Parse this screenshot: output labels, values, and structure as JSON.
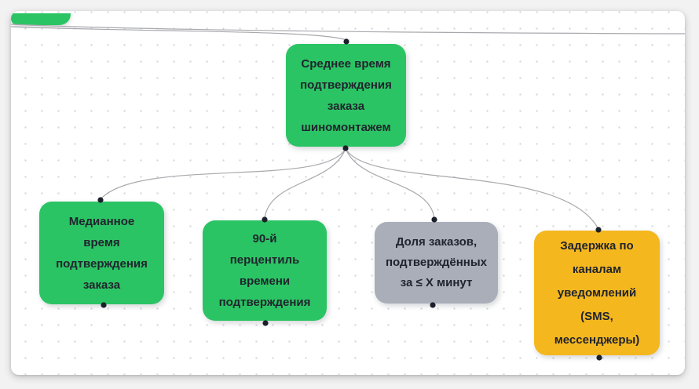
{
  "app": {
    "description": "mind-map whiteboard canvas",
    "page_bg": "#f2f2f3",
    "card_bg": "#ffffff",
    "grid_dot_color": "#d4d5d9"
  },
  "colors": {
    "green": "#2bc464",
    "gray": "#a9aeb9",
    "yellow": "#f4b71e",
    "connector_line": "#a8a9ad",
    "connection_dot": "#1b202b",
    "node_text": "#20242e"
  },
  "mindmap": {
    "root": {
      "label": "Среднее время\nподтверждения\nзаказа\nшиномонтажем",
      "color": "#2bc464"
    },
    "children": [
      {
        "label": "Медианное\nвремя\nподтверждения\nзаказа",
        "color": "#2bc464"
      },
      {
        "label": "90-й\nперцентиль\nвремени\nподтверждения",
        "color": "#2bc464"
      },
      {
        "label": "Доля заказов,\nподтверждённых\nза ≤ X минут",
        "color": "#a9aeb9"
      },
      {
        "label": "Задержка по\nканалам\nуведомлений\n(SMS,\nмессенджеры)",
        "color": "#f4b71e"
      }
    ],
    "partial_node": {
      "label": "",
      "color": "#2bc464"
    }
  }
}
